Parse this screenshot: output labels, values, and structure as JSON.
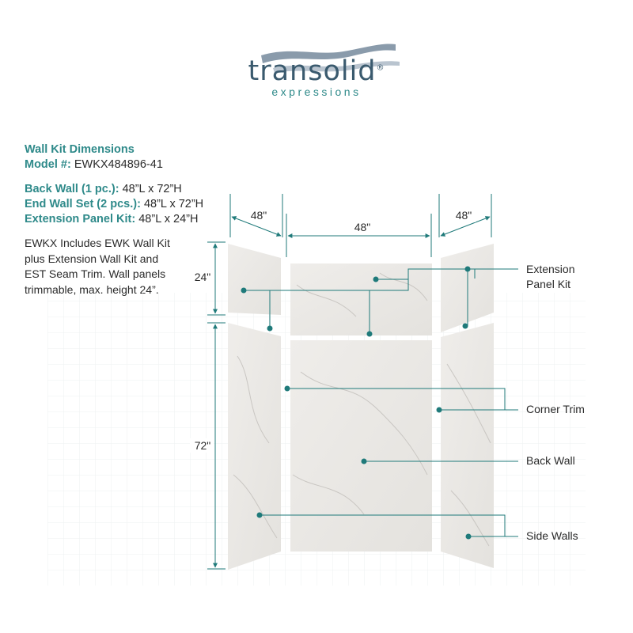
{
  "brand": {
    "name": "transolid",
    "reg": "®",
    "tagline": "expressions"
  },
  "specs": {
    "title": "Wall Kit Dimensions",
    "model_label": "Model #:",
    "model_value": "EWKX484896-41",
    "back_wall_label": "Back Wall (1 pc.):",
    "back_wall_value": "48”L x 72”H",
    "end_wall_label": "End Wall Set (2 pcs.):",
    "end_wall_value": "48”L x 72”H",
    "extension_label": "Extension Panel Kit:",
    "extension_value": "48”L x 24”H"
  },
  "note": {
    "line1": "EWKX Includes EWK Wall Kit",
    "line2": "plus Extension Wall Kit and",
    "line3": "EST Seam Trim. Wall panels",
    "line4": "trimmable, max. height 24”."
  },
  "dimensions": {
    "left_width": "48\"",
    "center_width": "48\"",
    "right_width": "48\"",
    "extension_height": "24\"",
    "wall_height": "72\""
  },
  "callouts": {
    "extension_line1": "Extension",
    "extension_line2": "Panel Kit",
    "corner_trim": "Corner Trim",
    "back_wall": "Back Wall",
    "side_walls": "Side Walls"
  },
  "colors": {
    "teal": "#1f7a7a",
    "brand_blue": "#3a5a6e",
    "panel": "#ebe9e6",
    "logo_wave": "#8a9bab"
  }
}
